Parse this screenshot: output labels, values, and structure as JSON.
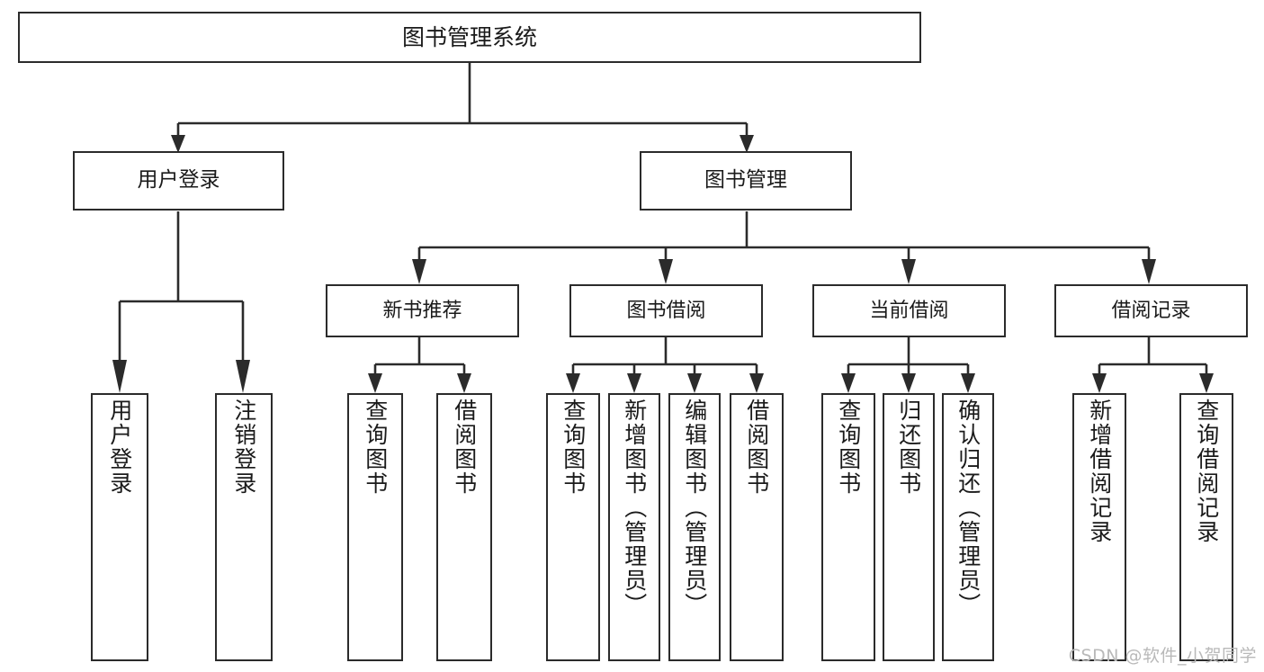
{
  "diagram": {
    "title": "图书管理系统",
    "type": "functional-structure-tree",
    "watermark": "CSDN @软件_小贺同学",
    "colors": {
      "stroke": "#2b2b2b",
      "fill": "#ffffff",
      "text": "#1a1a1a",
      "watermark": "#b9b9b9"
    },
    "root": {
      "label": "图书管理系统"
    },
    "level1": [
      {
        "label": "用户登录"
      },
      {
        "label": "图书管理"
      }
    ],
    "level2": [
      {
        "label": "新书推荐"
      },
      {
        "label": "图书借阅"
      },
      {
        "label": "当前借阅"
      },
      {
        "label": "借阅记录"
      }
    ],
    "leaves": {
      "user_login": [
        {
          "label": "用户登录"
        },
        {
          "label": "注销登录"
        }
      ],
      "new_book_recommend": [
        {
          "label": "查询图书"
        },
        {
          "label": "借阅图书"
        }
      ],
      "book_borrow": [
        {
          "label": "查询图书"
        },
        {
          "label": "新增图书（管理员）"
        },
        {
          "label": "编辑图书（管理员）"
        },
        {
          "label": "借阅图书"
        }
      ],
      "current_borrow": [
        {
          "label": "查询图书"
        },
        {
          "label": "归还图书"
        },
        {
          "label": "确认归还（管理员）"
        }
      ],
      "borrow_record": [
        {
          "label": "新增借阅记录"
        },
        {
          "label": "查询借阅记录"
        }
      ]
    }
  }
}
